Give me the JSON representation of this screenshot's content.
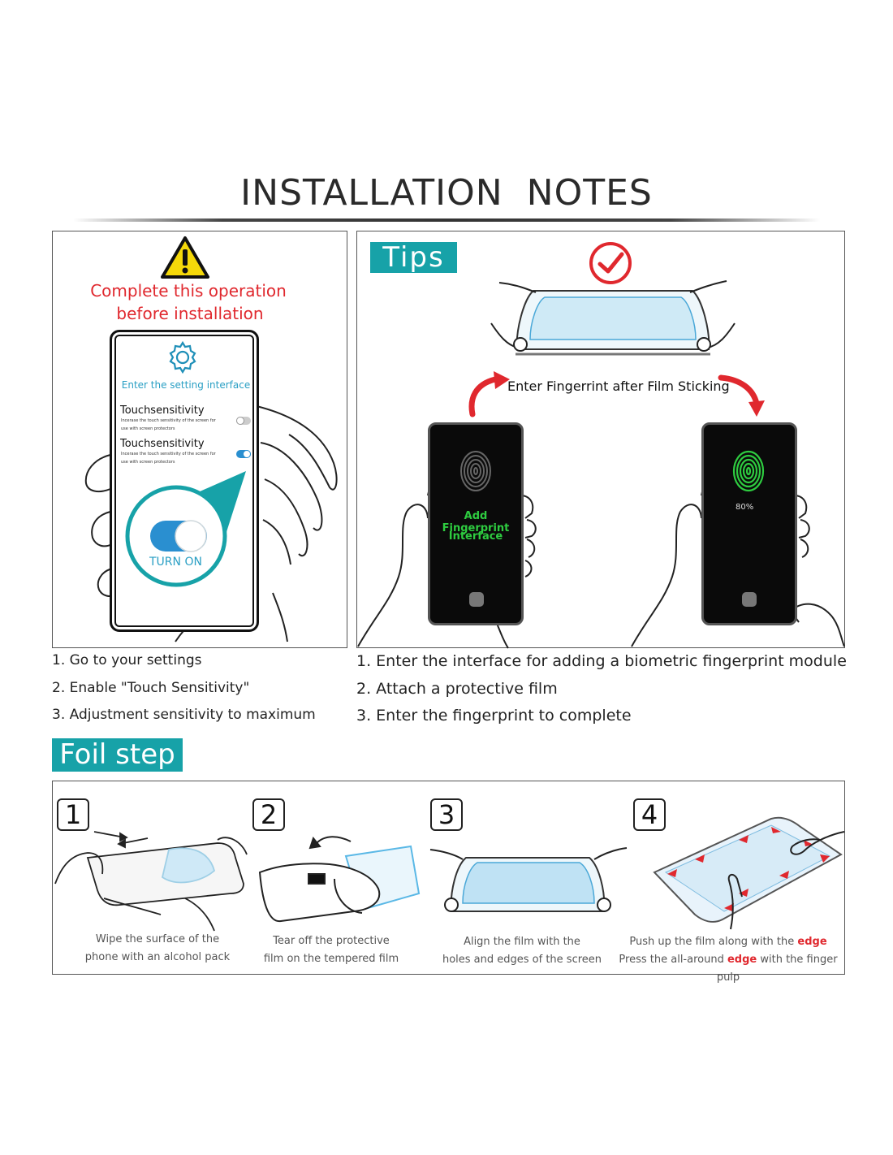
{
  "title": "INSTALLATION  NOTES",
  "left_panel": {
    "warning_line1": "Complete this operation",
    "warning_line2": "before installation",
    "screen": {
      "enter_setting": "Enter the setting interface",
      "row1_title": "Touchsensitivity",
      "row1_desc1": "Incerase the touch sensitivity of the screen for",
      "row1_desc2": "use with screen protectors",
      "row2_title": "Touchsensitivity",
      "row2_desc1": "Incerase the touch sensitivity of the screen for",
      "row2_desc2": "use with screen protectors",
      "turn_on": "TURN ON"
    }
  },
  "left_steps": [
    "1. Go to your settings",
    "2. Enable \"Touch Sensitivity\"",
    "3. Adjustment sensitivity to maximum"
  ],
  "right_panel": {
    "badge": "Tips",
    "arrow_caption": "Enter Fingerrint after Film Sticking",
    "phone1_line1": "Add Fingerprint",
    "phone1_line2": "Interface",
    "phone2_percent": "80%"
  },
  "right_steps": [
    "1. Enter the interface for adding a biometric fingerprint module",
    "2. Attach a protective film",
    "3. Enter the fingerprint to complete"
  ],
  "foil": {
    "badge": "Foil step",
    "steps": [
      {
        "num": "1",
        "line1": "Wipe the surface of the",
        "line2": "phone with an alcohol pack"
      },
      {
        "num": "2",
        "line1": "Tear off the protective",
        "line2": "film on the tempered film"
      },
      {
        "num": "3",
        "line1": "Align the film with the",
        "line2": "holes and edges of the screen"
      },
      {
        "num": "4",
        "line1a": "Push up the film along with the ",
        "line1b": "edge",
        "line2a": "Press the all-around ",
        "line2b": "edge",
        "line2c": " with the finger pulp"
      }
    ]
  },
  "colors": {
    "accent": "#17a2a8",
    "warning": "#e0282e",
    "fingerprint_green": "#2ecc40"
  }
}
